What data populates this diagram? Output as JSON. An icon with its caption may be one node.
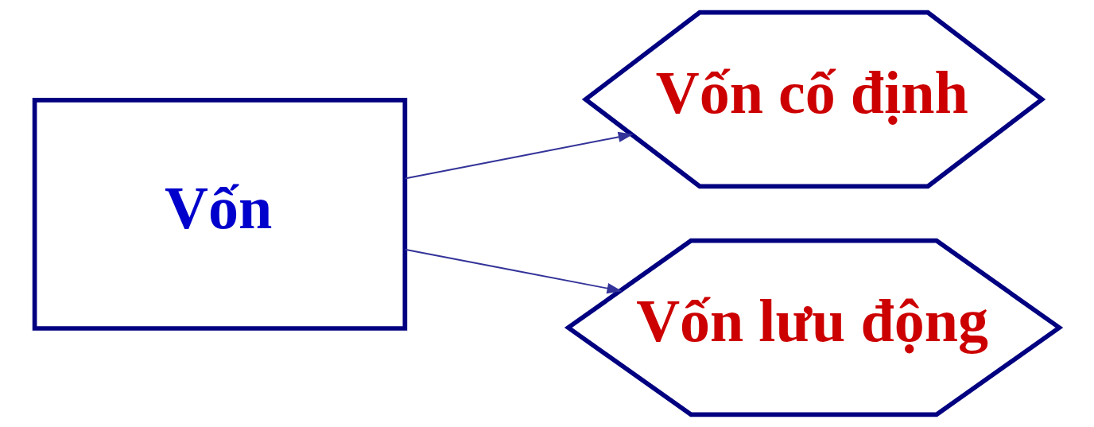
{
  "diagram": {
    "nodes": [
      {
        "text": [
          "Vốn"
        ]
      },
      {
        "text": [
          "Vốn cố định"
        ]
      },
      {
        "text": [
          "Vốn lưu động"
        ]
      }
    ],
    "edges": [
      {
        "from": 0,
        "to": 1,
        "arrow": "to"
      },
      {
        "from": 0,
        "to": 2,
        "arrow": "to"
      }
    ]
  }
}
